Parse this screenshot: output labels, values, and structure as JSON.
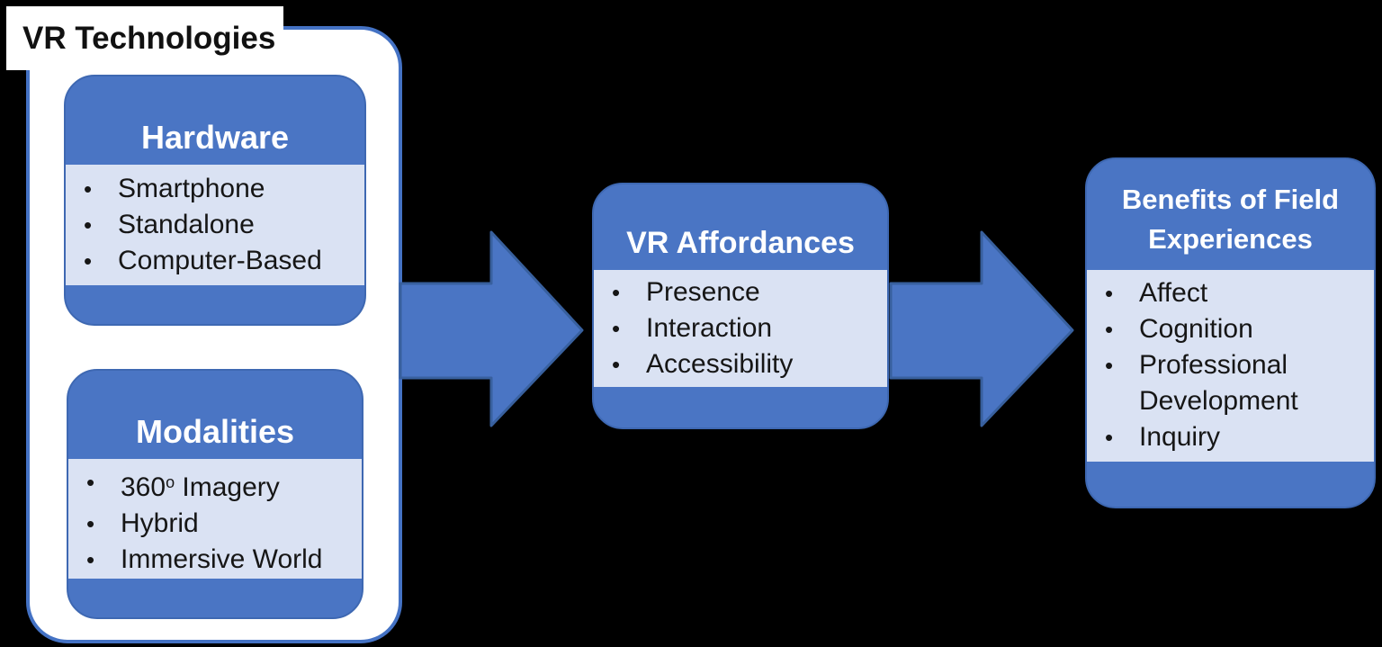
{
  "colors": {
    "background": "#000000",
    "panel_fill": "#ffffff",
    "panel_border": "#4472c4",
    "card_blue": "#4a75c4",
    "card_border": "#3e68b2",
    "card_body": "#dae2f3",
    "arrow_fill": "#4a75c4",
    "arrow_border": "#38609e",
    "header_text": "#ffffff",
    "body_text": "#161616",
    "title_text": "#111111"
  },
  "bullet_glyph": "•",
  "panel": {
    "title": "VR Technologies"
  },
  "cards": {
    "hardware": {
      "title": "Hardware",
      "items": [
        "Smartphone",
        "Standalone",
        "Computer-Based"
      ]
    },
    "modalities": {
      "title": "Modalities",
      "items": [
        {
          "text": "360",
          "sup": "o",
          "rest": " Imagery"
        },
        {
          "text": "Hybrid"
        },
        {
          "text": "Immersive World"
        }
      ]
    },
    "affordances": {
      "title": "VR Affordances",
      "items": [
        "Presence",
        "Interaction",
        "Accessibility"
      ]
    },
    "benefits": {
      "title": "Benefits of Field Experiences",
      "items": [
        "Affect",
        "Cognition",
        "Professional Development",
        "Inquiry"
      ]
    }
  }
}
